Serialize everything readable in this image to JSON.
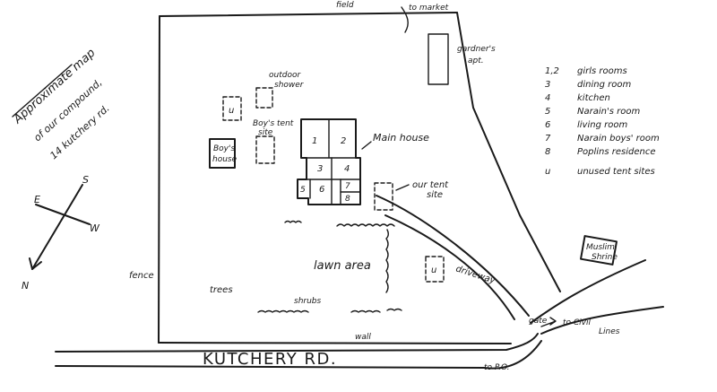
{
  "title": {
    "line1": "Approximate map",
    "line2": "of our compound,",
    "line3": "14 kutchery rd."
  },
  "compass": {
    "s": "S",
    "e": "E",
    "w": "W",
    "n": "N"
  },
  "top_labels": {
    "field": "field",
    "market": "to market"
  },
  "gardener": {
    "line1": "gardner's",
    "line2": "apt."
  },
  "outdoor_shower": {
    "line1": "outdoor",
    "line2": "shower"
  },
  "boys_tent": {
    "line1": "Boy's tent",
    "line2": "site"
  },
  "boys_house": {
    "line1": "Boy's",
    "line2": "house"
  },
  "main_house_label": "Main house",
  "rooms": [
    "1",
    "2",
    "3",
    "4",
    "5",
    "6",
    "7",
    "8"
  ],
  "our_tent": {
    "line1": "our tent",
    "line2": "site"
  },
  "unused_marker": "u",
  "lawn": "lawn area",
  "driveway": "driveway",
  "fence": "fence",
  "trees": "trees",
  "shrubs": "shrubs",
  "wall": "wall",
  "road": "KUTCHERY RD.",
  "gate": "gate",
  "civil_lines": {
    "line1": "to Civil",
    "line2": "Lines"
  },
  "to_po": "to P.O.",
  "muslim_shrine": {
    "line1": "Muslim",
    "line2": "Shrine"
  },
  "legend": [
    {
      "key": "1,2",
      "text": "girls rooms"
    },
    {
      "key": "3",
      "text": "dining room"
    },
    {
      "key": "4",
      "text": "kitchen"
    },
    {
      "key": "5",
      "text": "Narain's room"
    },
    {
      "key": "6",
      "text": "living room"
    },
    {
      "key": "7",
      "text": "Narain boys' room"
    },
    {
      "key": "8",
      "text": "Poplins residence"
    },
    {
      "key": "u",
      "text": "unused tent sites"
    }
  ]
}
